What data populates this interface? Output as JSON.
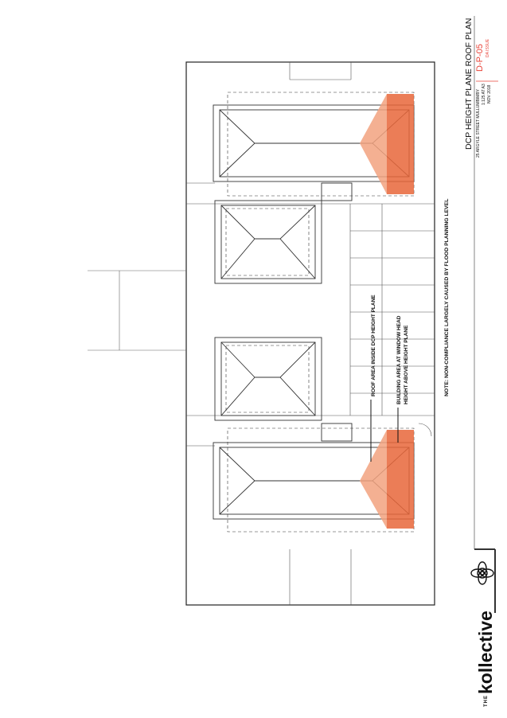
{
  "title_block": {
    "drawing_title": "DCP HEIGHT PLANE ROOF PLAN",
    "project_address": "25 ARGYLE STREET MULLUMBIMBY",
    "scale": "1:125 AT A3",
    "date": "NOV 2018",
    "drawing_number": "D-P-05",
    "revision": "DA ISSUE"
  },
  "notes": {
    "main_note": "NOTE: NON-COMPLIANCE LARGELY CAUSED BY FLOOD PLANNING LEVEL"
  },
  "legend": {
    "roof_area_label": "ROOF AREA INSIDE DCP HEIGHT PLANE",
    "building_area_line1": "BUILDING AREA AT WINDOW HEAD",
    "building_area_line2": "HEIGHT ABOVE HEIGHT PLANE"
  },
  "logo": {
    "prefix": "THE",
    "name": "kollective"
  },
  "colors": {
    "accent_orange": "#e8663a",
    "accent_orange_light": "#f2a27f",
    "red_text": "#e8443a",
    "line": "#333333"
  }
}
